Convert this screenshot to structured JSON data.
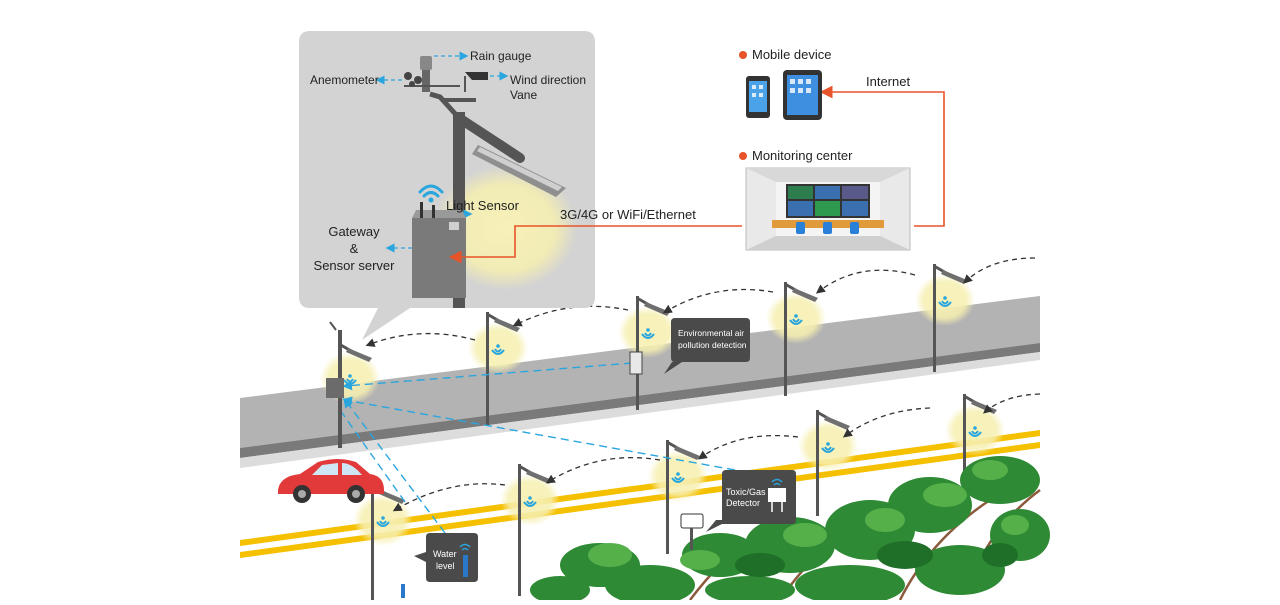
{
  "weather_station": {
    "rain_gauge": "Rain gauge",
    "anemometer": "Anemometer",
    "wind_vane_line1": "Wind direction",
    "wind_vane_line2": "Vane",
    "light_sensor": "Light Sensor",
    "gateway_line1": "Gateway",
    "gateway_line2": "&",
    "gateway_line3": "Sensor server"
  },
  "network": {
    "uplink": "3G/4G or WiFi/Ethernet",
    "internet": "Internet",
    "mobile_device": "Mobile device",
    "monitoring_center": "Monitoring center"
  },
  "sensors": {
    "air_line1": "Environmental air",
    "air_line2": "pollution detection",
    "gas_line1": "Toxic/Gas",
    "gas_line2": "Detector",
    "water_line1": "Water",
    "water_line2": "level"
  },
  "colors": {
    "accent_orange": "#e8542a",
    "wireless_blue": "#2aa6de",
    "road_gray": "#b3b3b3",
    "callout_gray": "#d3d3d3",
    "lamp_glow": "#f6efb0",
    "lane_yellow": "#f5c000",
    "foliage_green": "#2e8a34",
    "car_red": "#e23a3a"
  }
}
